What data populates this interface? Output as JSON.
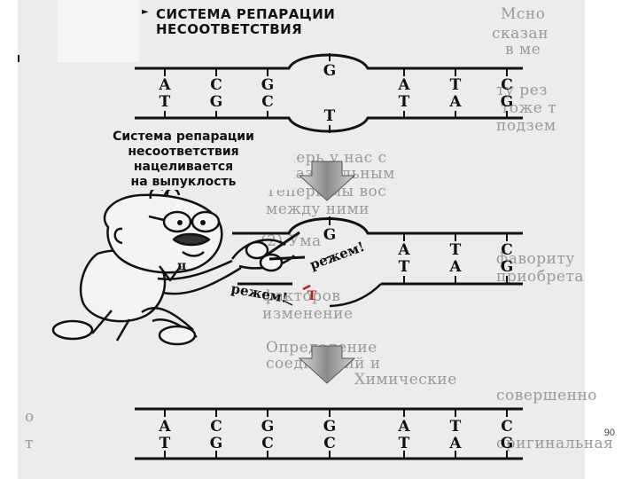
{
  "background_text": [
    "Мсно",
    "сказан",
    "в ме",
    "ту рез",
    "тоже т",
    "подзем",
    "Теперь у нас с",
    "показательным",
    "Теперь мы вос",
    "между ними",
    "(2) Ума",
    "фавориту",
    "приобрета",
    "факторов",
    "изменение",
    "Определение",
    "соединений и",
    "Химические",
    "совершенно",
    "оригинальная",
    "о",
    "т"
  ],
  "title": {
    "line1": "СИСТЕМА РЕПАРАЦИИ",
    "line2": "НЕСООТВЕТСТВИЯ"
  },
  "callout": {
    "lines": [
      "Система репарации",
      "несоответствия",
      "нацеливается",
      "на выпуклость"
    ]
  },
  "cut_labels": {
    "upper": "режем!",
    "lower": "режем!"
  },
  "panel1": {
    "top": [
      "A",
      "C",
      "G",
      "G",
      "A",
      "T",
      "C"
    ],
    "bottom": [
      "T",
      "G",
      "C",
      "T",
      "T",
      "A",
      "G"
    ]
  },
  "panel2": {
    "bulge": "G",
    "top": [
      "A",
      "T",
      "C"
    ],
    "bottom": [
      "T",
      "A",
      "G"
    ],
    "fragment": "T"
  },
  "panel3": {
    "top": [
      "A",
      "C",
      "G",
      "G",
      "A",
      "T",
      "C"
    ],
    "bottom": [
      "T",
      "G",
      "C",
      "C",
      "T",
      "A",
      "G"
    ]
  },
  "page_number": "90",
  "colors": {
    "ink": "#111111",
    "paper": "#ececec",
    "fragment": "#b22222"
  }
}
